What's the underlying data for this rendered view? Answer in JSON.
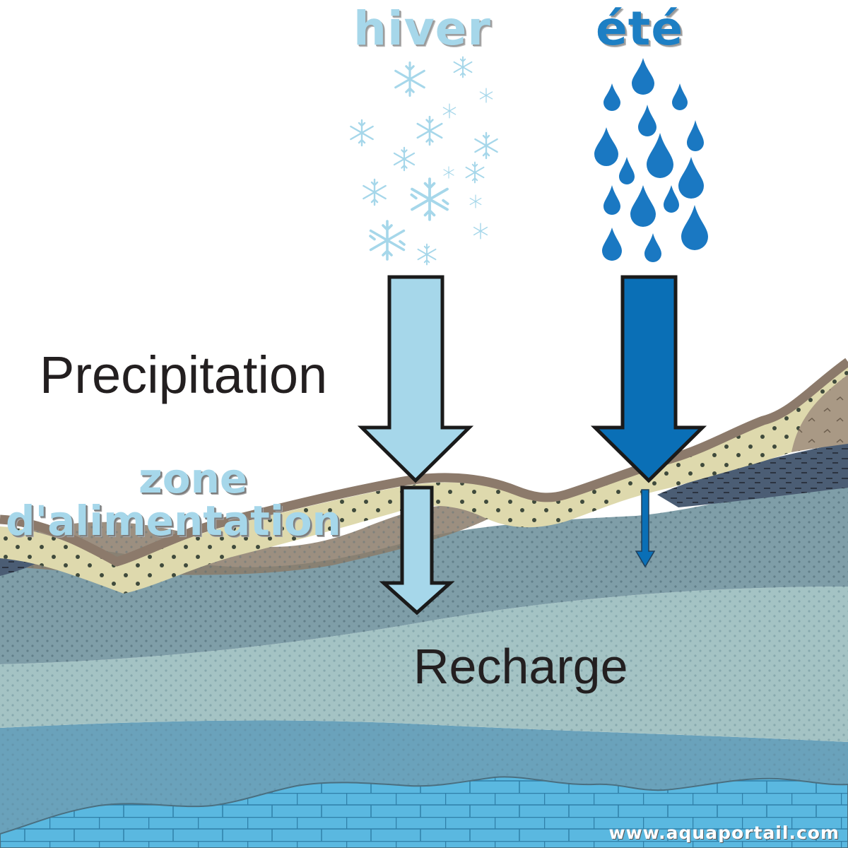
{
  "labels": {
    "winter": "hiver",
    "summer": "été",
    "precipitation": "Precipitation",
    "zone_line1": "zone",
    "zone_line2": "d'alimentation",
    "recharge": "Recharge"
  },
  "watermark": "www.aquaportail.com",
  "colors": {
    "winter_arrow": "#a6d7ea",
    "summer_arrow": "#0a6fb6",
    "snow": "#a6d7ea",
    "rain": "#1a78c2",
    "aquifer_bricks": "#5ab8e0",
    "soil_surface": "#8c7a6b",
    "sand_layer": "#ded9ad"
  },
  "icons": {
    "precip_winter": "snowflake-icon",
    "precip_summer": "raindrop-icon"
  }
}
